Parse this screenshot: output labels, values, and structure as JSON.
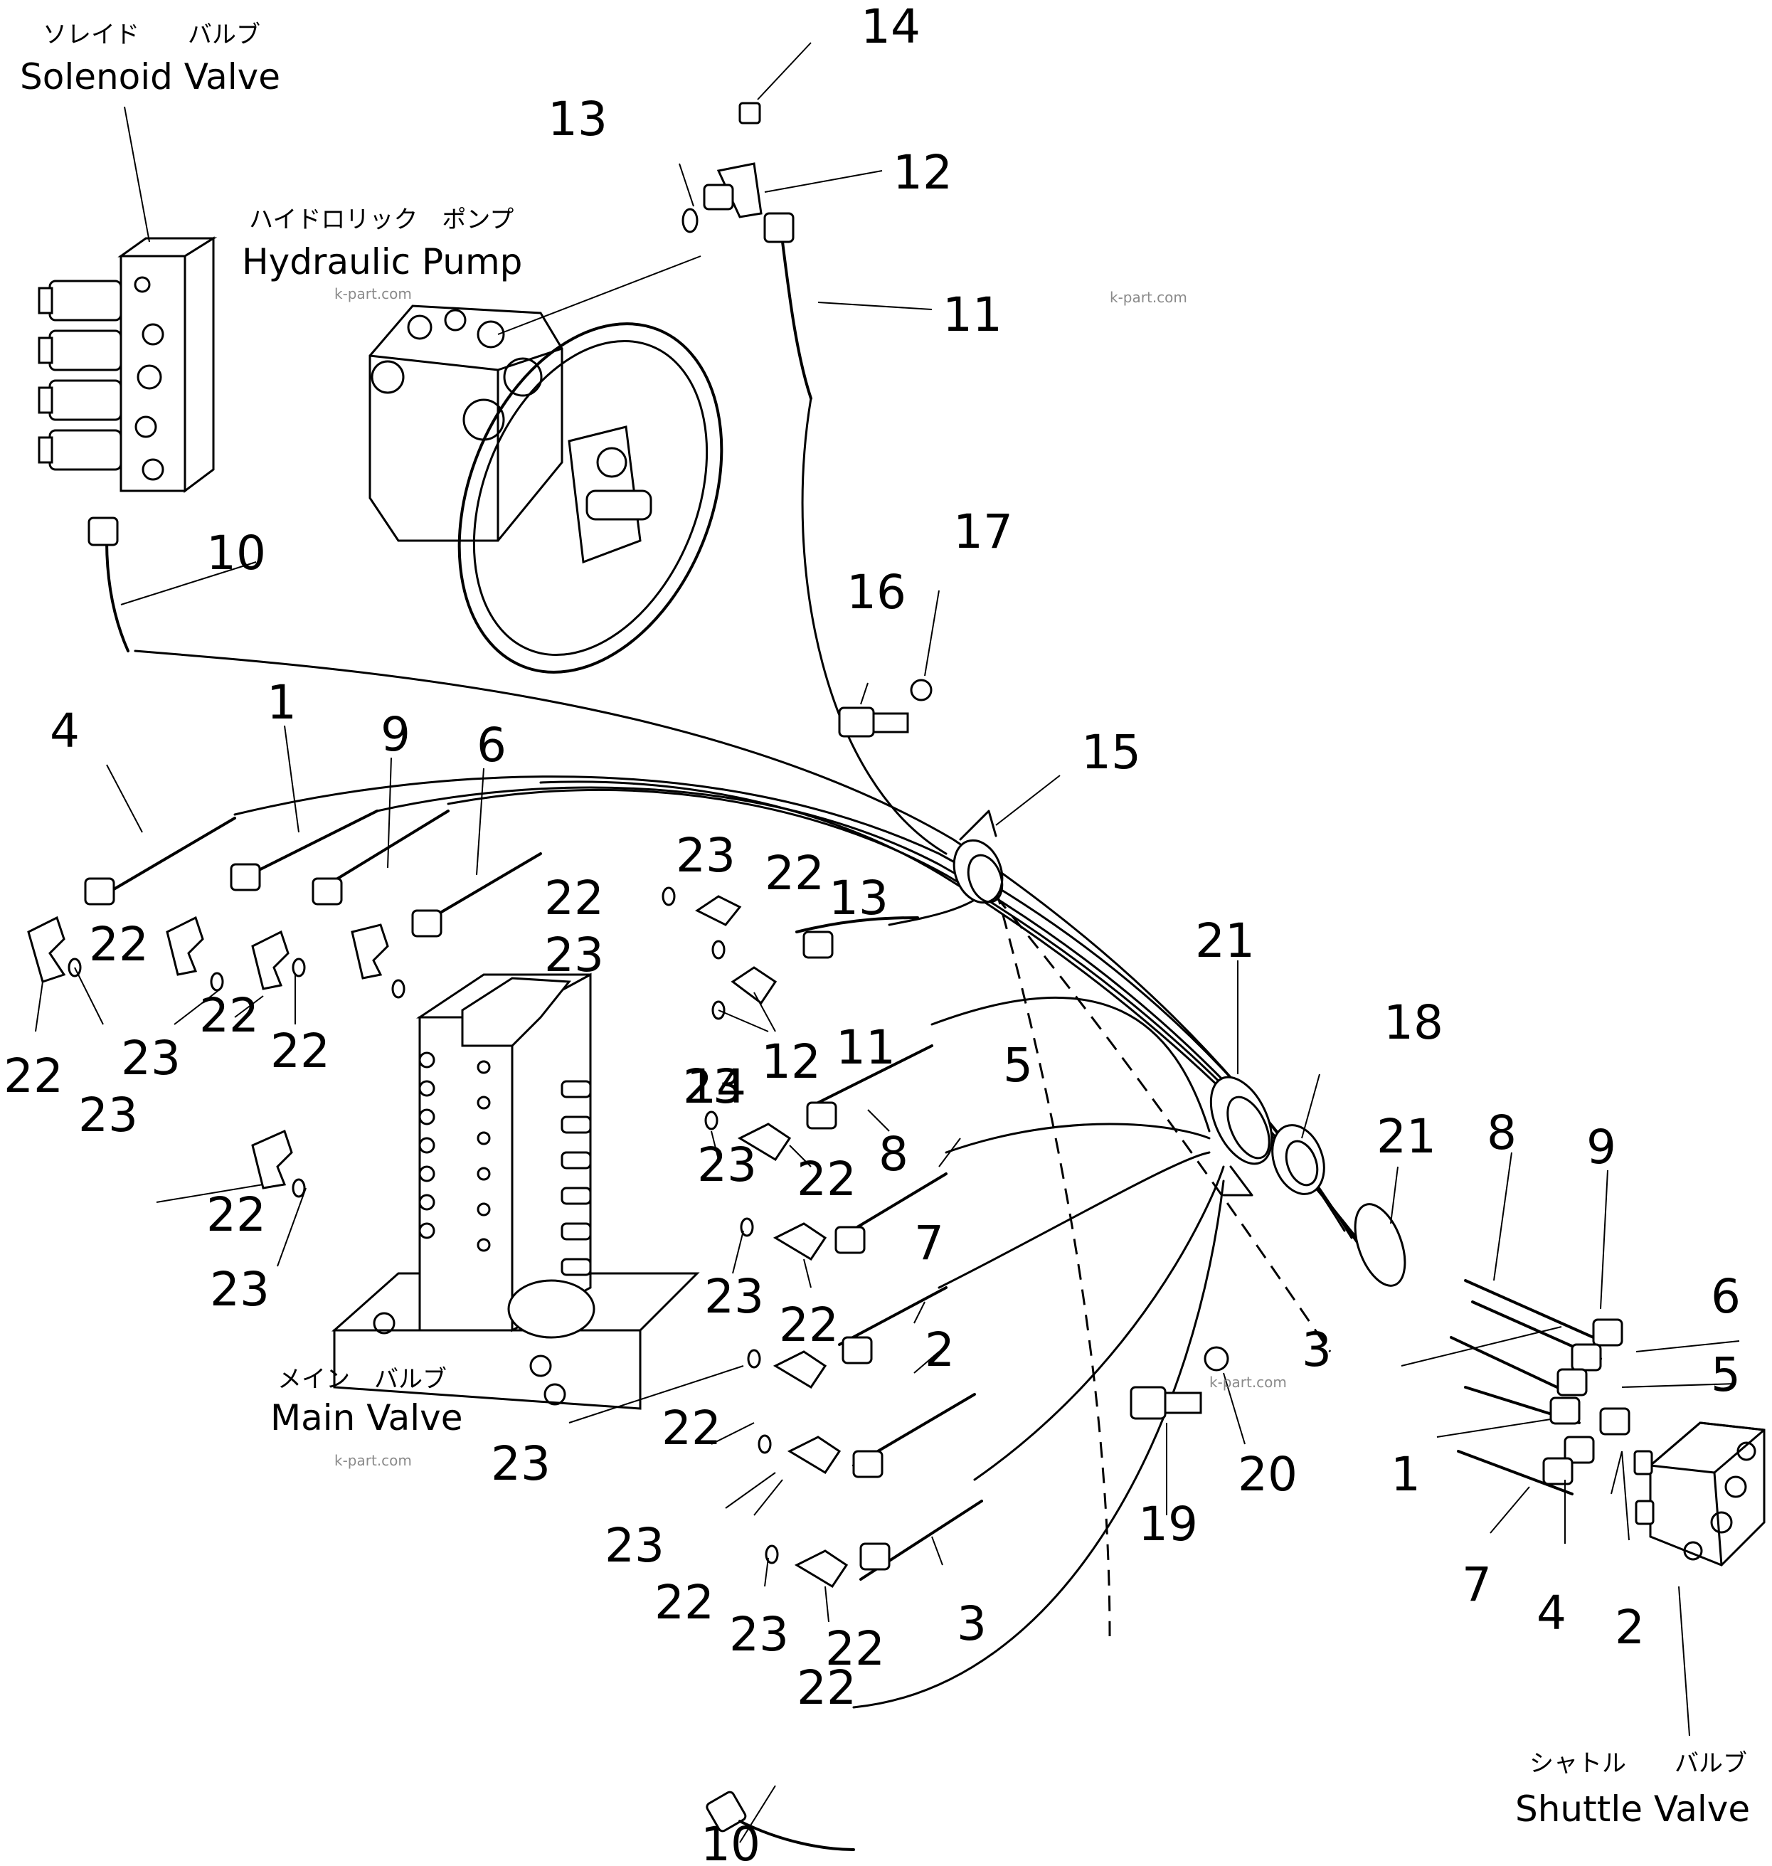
{
  "components": {
    "solenoid_valve": {
      "jp": "ソレイド　　バルブ",
      "en": "Solenoid Valve"
    },
    "hydraulic_pump": {
      "jp": "ハイドロリック　ポンプ",
      "en": "Hydraulic Pump"
    },
    "main_valve": {
      "jp": "メイン　バルブ",
      "en": "Main Valve"
    },
    "shuttle_valve": {
      "jp": "シャトル　　バルブ",
      "en": "Shuttle Valve"
    }
  },
  "watermark": "k-part.com",
  "callouts": [
    "14",
    "13",
    "12",
    "11",
    "10",
    "16",
    "17",
    "15",
    "4",
    "1",
    "9",
    "6",
    "23",
    "22",
    "13",
    "22",
    "22",
    "23",
    "22",
    "22",
    "23",
    "22",
    "23",
    "23",
    "12",
    "11",
    "14",
    "21",
    "18",
    "5",
    "8",
    "22",
    "23",
    "21",
    "8",
    "9",
    "22",
    "23",
    "7",
    "23",
    "22",
    "6",
    "5",
    "3",
    "2",
    "22",
    "23",
    "20",
    "1",
    "19",
    "23",
    "22",
    "3",
    "7",
    "4",
    "2",
    "22",
    "23",
    "22",
    "10"
  ]
}
